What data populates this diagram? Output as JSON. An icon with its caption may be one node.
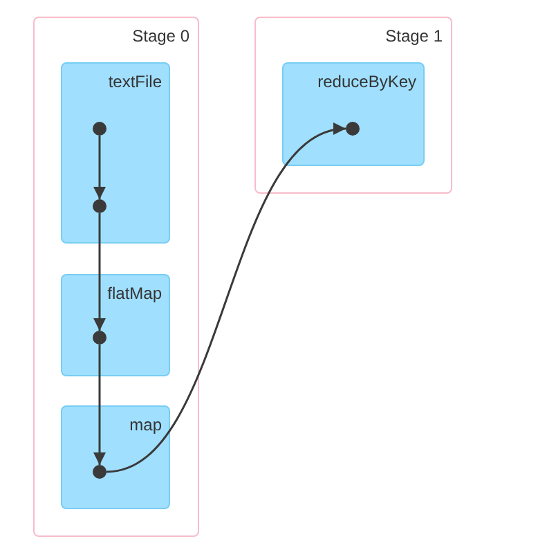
{
  "diagram": {
    "nodes": [
      {
        "text": [
          "Stage 0"
        ]
      },
      {
        "text": [
          "textFile"
        ],
        "in": 0
      },
      {
        "text": [],
        "shape": "circle",
        "in": 1
      },
      {
        "text": [],
        "shape": "circle",
        "in": 1
      },
      {
        "text": [
          "flatMap"
        ],
        "in": 0
      },
      {
        "text": [],
        "shape": "circle",
        "in": 4
      },
      {
        "text": [
          "map"
        ],
        "in": 0
      },
      {
        "text": [],
        "shape": "circle",
        "in": 6
      },
      {
        "text": [
          "Stage 1"
        ]
      },
      {
        "text": [
          "reduceByKey"
        ],
        "in": 8
      },
      {
        "text": [],
        "shape": "circle",
        "in": 9
      }
    ],
    "edges": [
      {
        "from": 2,
        "to": 3,
        "arrow": "to"
      },
      {
        "from": 3,
        "to": 5,
        "arrow": "to"
      },
      {
        "from": 5,
        "to": 7,
        "arrow": "to"
      },
      {
        "from": 7,
        "to": 10,
        "arrow": "to"
      }
    ]
  }
}
